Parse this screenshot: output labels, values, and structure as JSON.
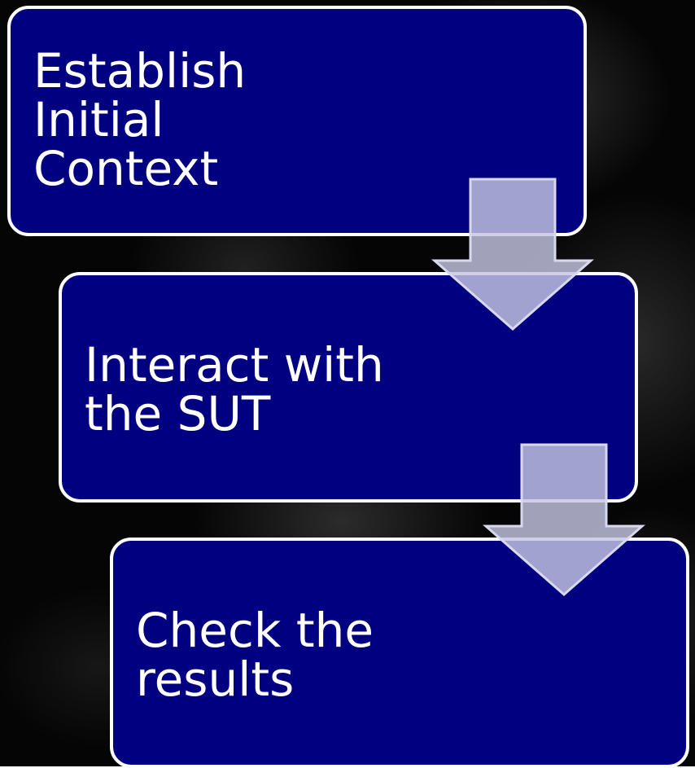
{
  "colors": {
    "box_fill": "#000080",
    "box_border": "#ffffff",
    "arrow_fill": "#c4c6e2",
    "background": "#050505"
  },
  "steps": [
    {
      "label": "Establish\nInitial\nContext"
    },
    {
      "label": "Interact with\nthe SUT"
    },
    {
      "label": "Check the\nresults"
    }
  ]
}
